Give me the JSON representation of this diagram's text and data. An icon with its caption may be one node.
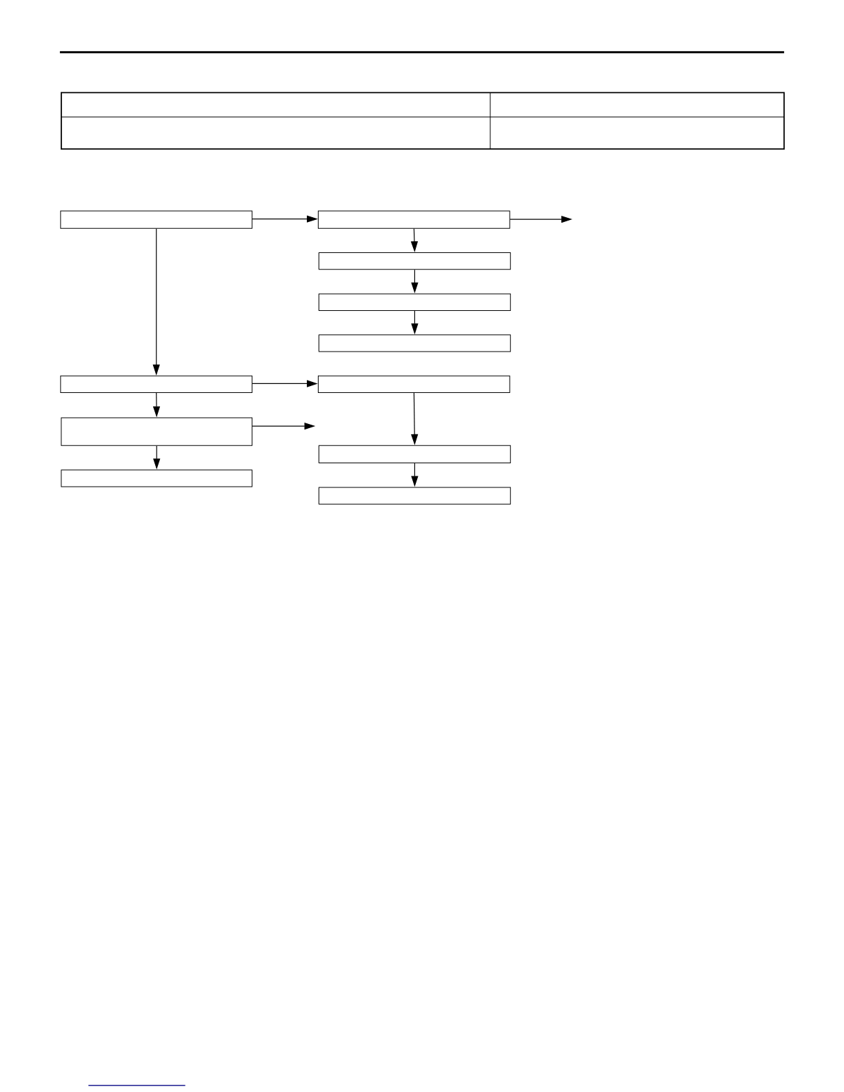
{
  "diagram": {
    "nodes": [
      {
        "text": [],
        "shape": "box"
      },
      {
        "text": [],
        "shape": "box"
      },
      {
        "text": [],
        "shape": "box"
      },
      {
        "text": [],
        "shape": "box"
      },
      {
        "text": [],
        "shape": "box"
      },
      {
        "text": [],
        "shape": "box"
      },
      {
        "text": [],
        "shape": "box"
      },
      {
        "text": [],
        "shape": "box"
      },
      {
        "text": [],
        "shape": "box"
      },
      {
        "text": [],
        "shape": "box"
      },
      {
        "text": [],
        "shape": "box"
      }
    ],
    "edges": [
      {
        "from": 0,
        "to": 1,
        "arrow": "to"
      },
      {
        "from": 1,
        "to": null,
        "arrow": "to"
      },
      {
        "from": 1,
        "to": 2,
        "arrow": "to"
      },
      {
        "from": 2,
        "to": 3,
        "arrow": "to"
      },
      {
        "from": 3,
        "to": 4,
        "arrow": "to"
      },
      {
        "from": 0,
        "to": 5,
        "arrow": "to"
      },
      {
        "from": 5,
        "to": 6,
        "arrow": "to"
      },
      {
        "from": 5,
        "to": 7,
        "arrow": "to"
      },
      {
        "from": 7,
        "to": null,
        "arrow": "to"
      },
      {
        "from": 7,
        "to": 8,
        "arrow": "to"
      },
      {
        "from": 6,
        "to": 9,
        "arrow": "to"
      },
      {
        "from": 9,
        "to": 10,
        "arrow": "to"
      }
    ]
  }
}
